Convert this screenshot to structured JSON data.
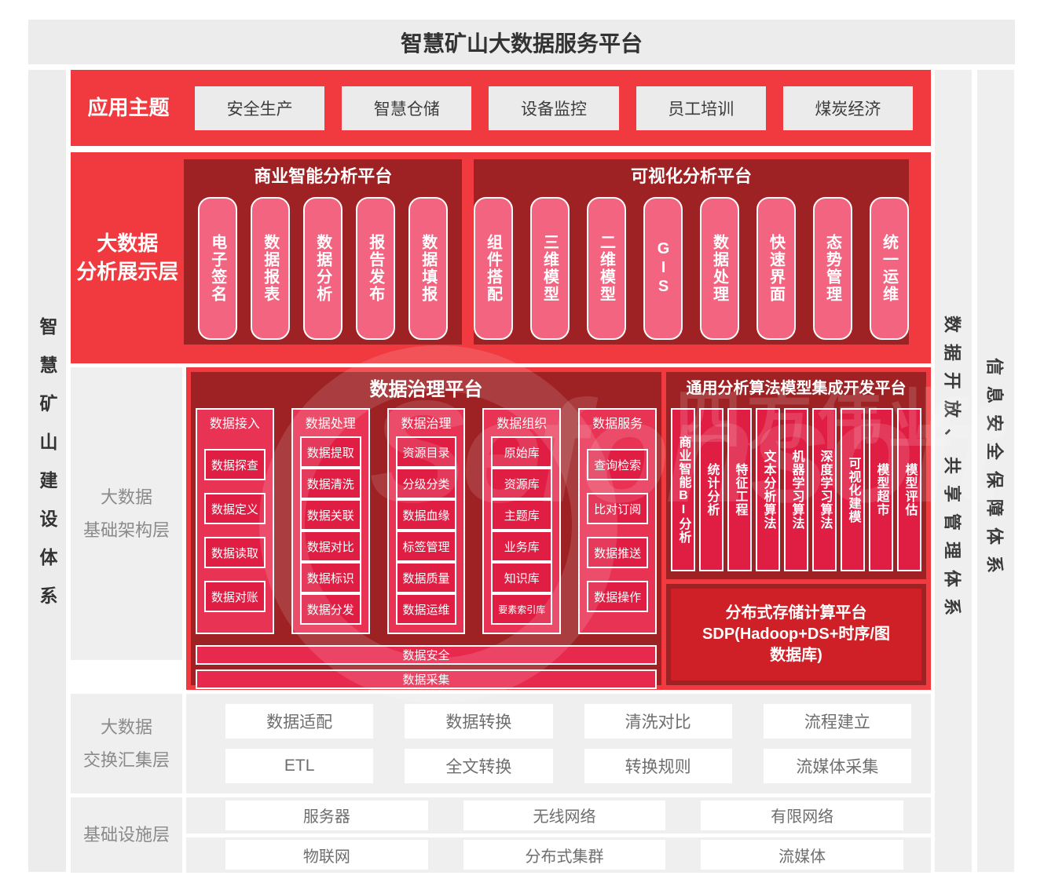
{
  "title": "智慧矿山大数据服务平台",
  "left_sidebar": {
    "label": "智慧矿山建设体系"
  },
  "right_sidebars": [
    {
      "label": "数据开放、共享管理体系"
    },
    {
      "label": "信息安全保障体系"
    }
  ],
  "watermark": {
    "logo_text": "Sefonsoft",
    "company": "四方伟业"
  },
  "colors": {
    "bright_red": "#f13a40",
    "dark_red": "#9e2124",
    "pill_pink": "#f2647f",
    "item_crimson": "#e01d43",
    "column_red": "#e83354",
    "storage_red": "#ce2026",
    "gray": "#ececec"
  },
  "rows": {
    "app_theme": {
      "label": "应用主题",
      "items": [
        "安全生产",
        "智慧仓储",
        "设备监控",
        "员工培训",
        "煤炭经济"
      ]
    },
    "analysis_display": {
      "label_line1": "大数据",
      "label_line2": "分析展示层",
      "panels": [
        {
          "title": "商业智能分析平台",
          "pills": [
            "电子签名",
            "数据报表",
            "数据分析",
            "报告发布",
            "数据填报"
          ]
        },
        {
          "title": "可视化分析平台",
          "pills": [
            "组件搭配",
            "三维模型",
            "二维模型",
            "GIS",
            "数据处理",
            "快速界面",
            "态势管理",
            "统一运维"
          ]
        }
      ]
    },
    "infrastructure_layer": {
      "label_line1": "大数据",
      "label_line2": "基础架构层",
      "governance": {
        "title": "数据治理平台",
        "columns": [
          {
            "header": "数据接入",
            "items": [
              "数据探查",
              "数据定义",
              "数据读取",
              "数据对账"
            ]
          },
          {
            "header": "数据处理",
            "items": [
              "数据提取",
              "数据清洗",
              "数据关联",
              "数据对比",
              "数据标识",
              "数据分发"
            ]
          },
          {
            "header": "数据治理",
            "items": [
              "资源目录",
              "分级分类",
              "数据血缘",
              "标签管理",
              "数据质量",
              "数据运维"
            ]
          },
          {
            "header": "数据组织",
            "items": [
              "原始库",
              "资源库",
              "主题库",
              "业务库",
              "知识库",
              "要素索引库"
            ]
          },
          {
            "header": "数据服务",
            "items": [
              "查询检索",
              "比对订阅",
              "数据推送",
              "数据操作"
            ]
          }
        ],
        "bars": [
          "数据安全",
          "数据采集"
        ]
      },
      "algorithm": {
        "title": "通用分析算法模型集成开发平台",
        "items": [
          "商业智能BI分析",
          "统计分析",
          "特征工程",
          "文本分析算法",
          "机器学习算法",
          "深度学习算法",
          "可视化建模",
          "模型超市",
          "模型评估"
        ]
      },
      "storage": {
        "line1": "分布式存储计算平台",
        "line2": "SDP(Hadoop+DS+时序/图",
        "line3": "数据库)"
      }
    },
    "exchange_layer": {
      "label_line1": "大数据",
      "label_line2": "交换汇集层",
      "row1": [
        "数据适配",
        "数据转换",
        "清洗对比",
        "流程建立"
      ],
      "row2": [
        "ETL",
        "全文转换",
        "转换规则",
        "流媒体采集"
      ]
    },
    "facility_layer": {
      "label": "基础设施层",
      "row1": [
        "服务器",
        "无线网络",
        "有限网络"
      ],
      "row2": [
        "物联网",
        "分布式集群",
        "流媒体"
      ]
    }
  }
}
